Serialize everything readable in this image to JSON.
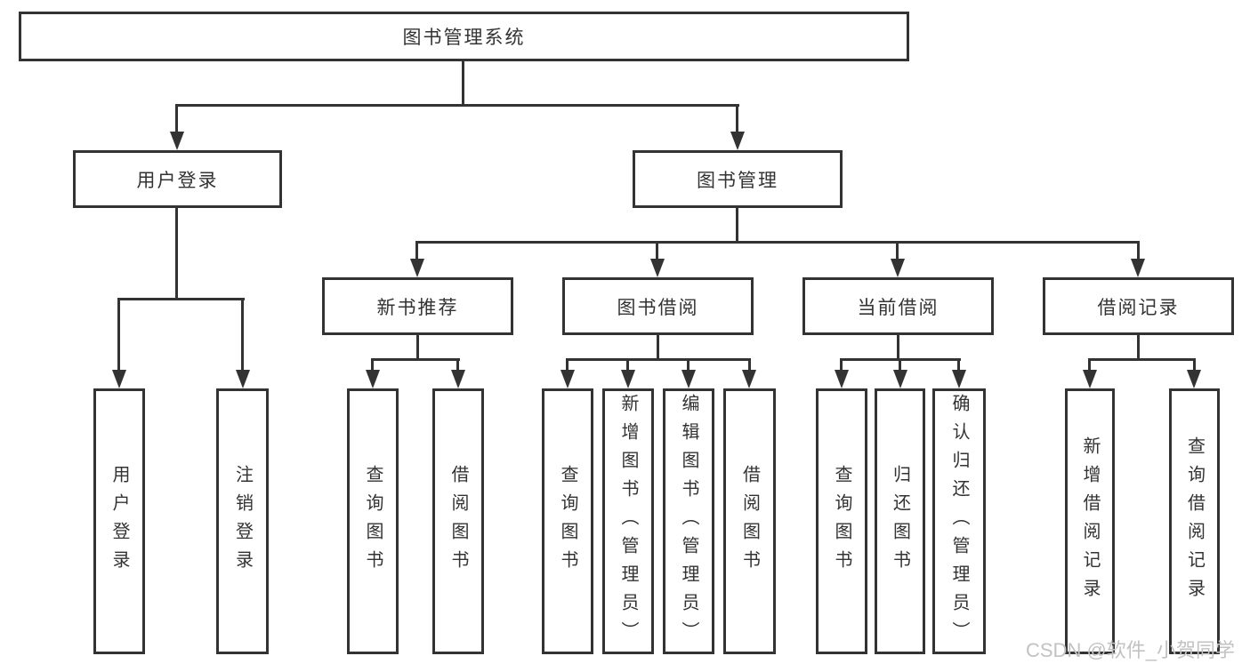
{
  "diagram": {
    "type": "hierarchy-tree",
    "root": {
      "label": "图书管理系统",
      "children": [
        {
          "label": "用户登录",
          "children": [
            {
              "label": "用户登录"
            },
            {
              "label": "注销登录"
            }
          ]
        },
        {
          "label": "图书管理",
          "children": [
            {
              "label": "新书推荐",
              "children": [
                {
                  "label": "查询图书"
                },
                {
                  "label": "借阅图书"
                }
              ]
            },
            {
              "label": "图书借阅",
              "children": [
                {
                  "label": "查询图书"
                },
                {
                  "label": "新增图书（管理员）"
                },
                {
                  "label": "编辑图书（管理员）"
                },
                {
                  "label": "借阅图书"
                }
              ]
            },
            {
              "label": "当前借阅",
              "children": [
                {
                  "label": "查询图书"
                },
                {
                  "label": "归还图书"
                },
                {
                  "label": "确认归还（管理员）"
                }
              ]
            },
            {
              "label": "借阅记录",
              "children": [
                {
                  "label": "新增借阅记录"
                },
                {
                  "label": "查询借阅记录"
                }
              ]
            }
          ]
        }
      ]
    },
    "watermark": "CSDN @软件_小贺同学",
    "colors": {
      "line": "#333333",
      "text": "#333333",
      "watermark": "#c2c2c2",
      "background": "#ffffff"
    }
  }
}
